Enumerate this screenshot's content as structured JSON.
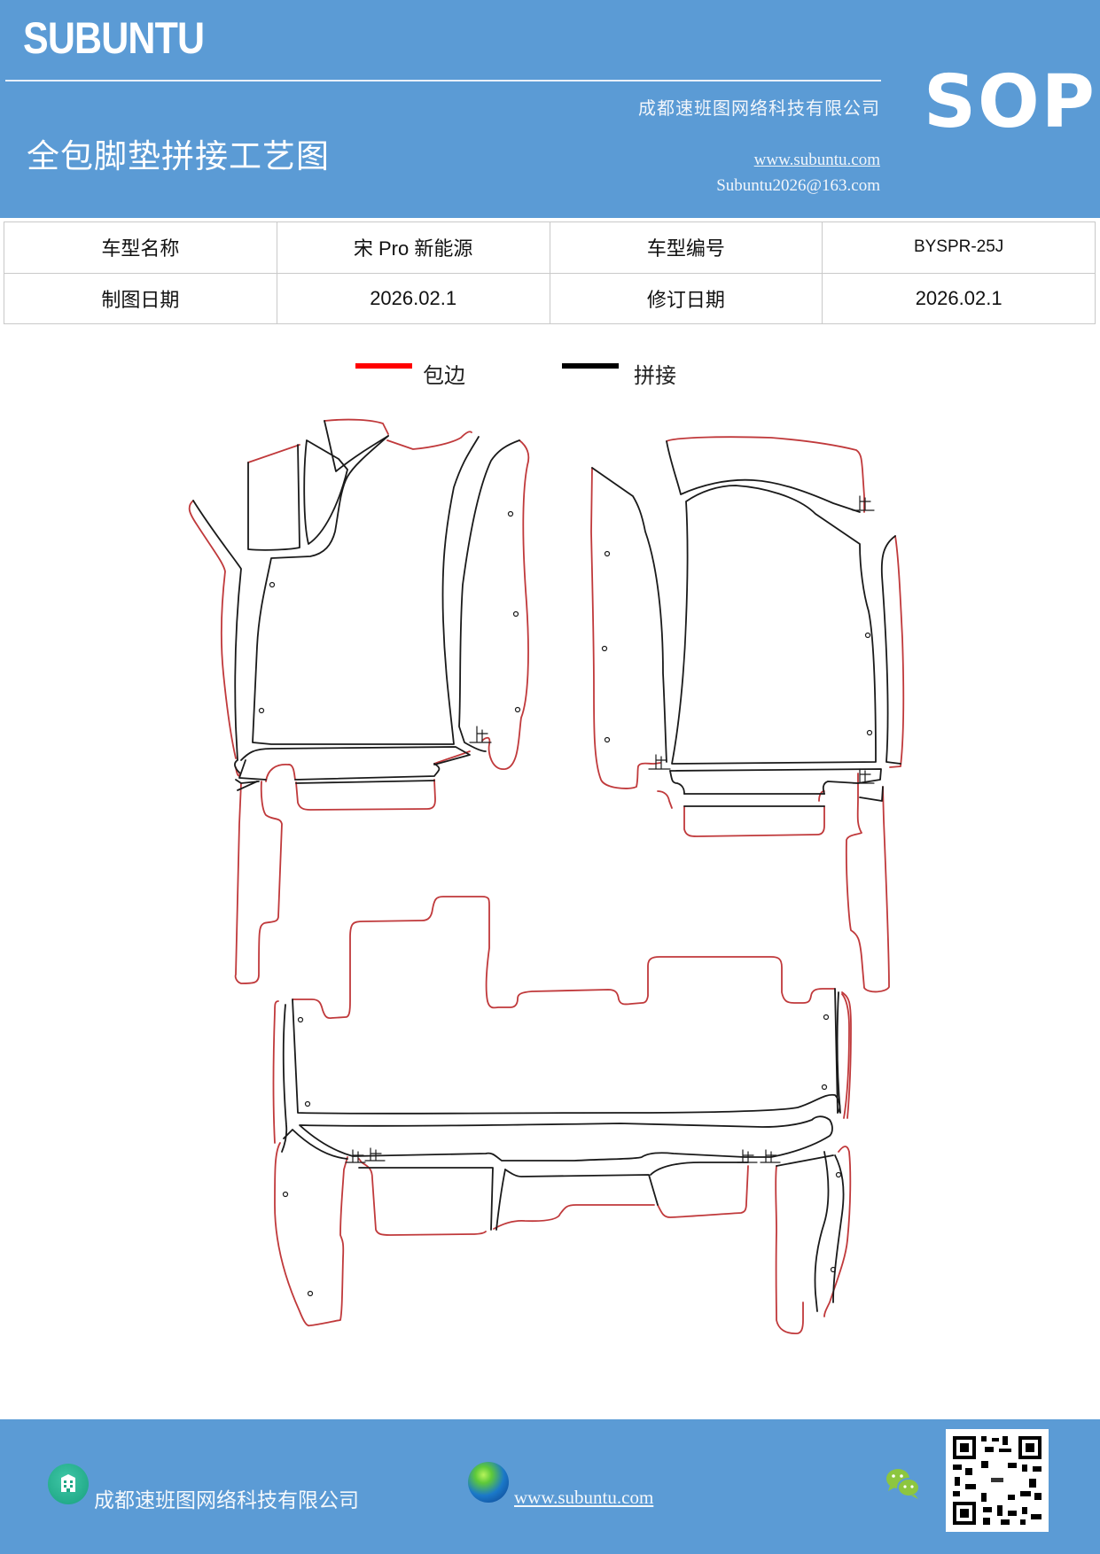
{
  "header": {
    "brand": "SUBUNTU",
    "title": "全包脚垫拼接工艺图",
    "company": "成都速班图网络科技有限公司",
    "website": "www.subuntu.com",
    "email": "Subuntu2026@163.com",
    "badge": "SOP",
    "background_color": "#5b9bd5"
  },
  "info_table": {
    "rows": [
      [
        {
          "label": "车型名称"
        },
        {
          "value": "宋 Pro 新能源"
        },
        {
          "label": "车型编号"
        },
        {
          "value": "BYSPR-25J"
        }
      ],
      [
        {
          "label": "制图日期"
        },
        {
          "value": "2026.02.1"
        },
        {
          "label": "修订日期"
        },
        {
          "value": "2026.02.1"
        }
      ]
    ]
  },
  "legend": {
    "items": [
      {
        "label": "包边",
        "color": "#ff0000"
      },
      {
        "label": "拼接",
        "color": "#000000"
      }
    ]
  },
  "diagram": {
    "mark_symbol": "止",
    "edge_color": "#c0393b",
    "seam_color": "#1a1a1a"
  },
  "footer": {
    "company": "成都速班图网络科技有限公司",
    "website": "www.subuntu.com",
    "icons": [
      "building-icon",
      "globe-icon",
      "wechat-icon",
      "qr-code"
    ]
  }
}
